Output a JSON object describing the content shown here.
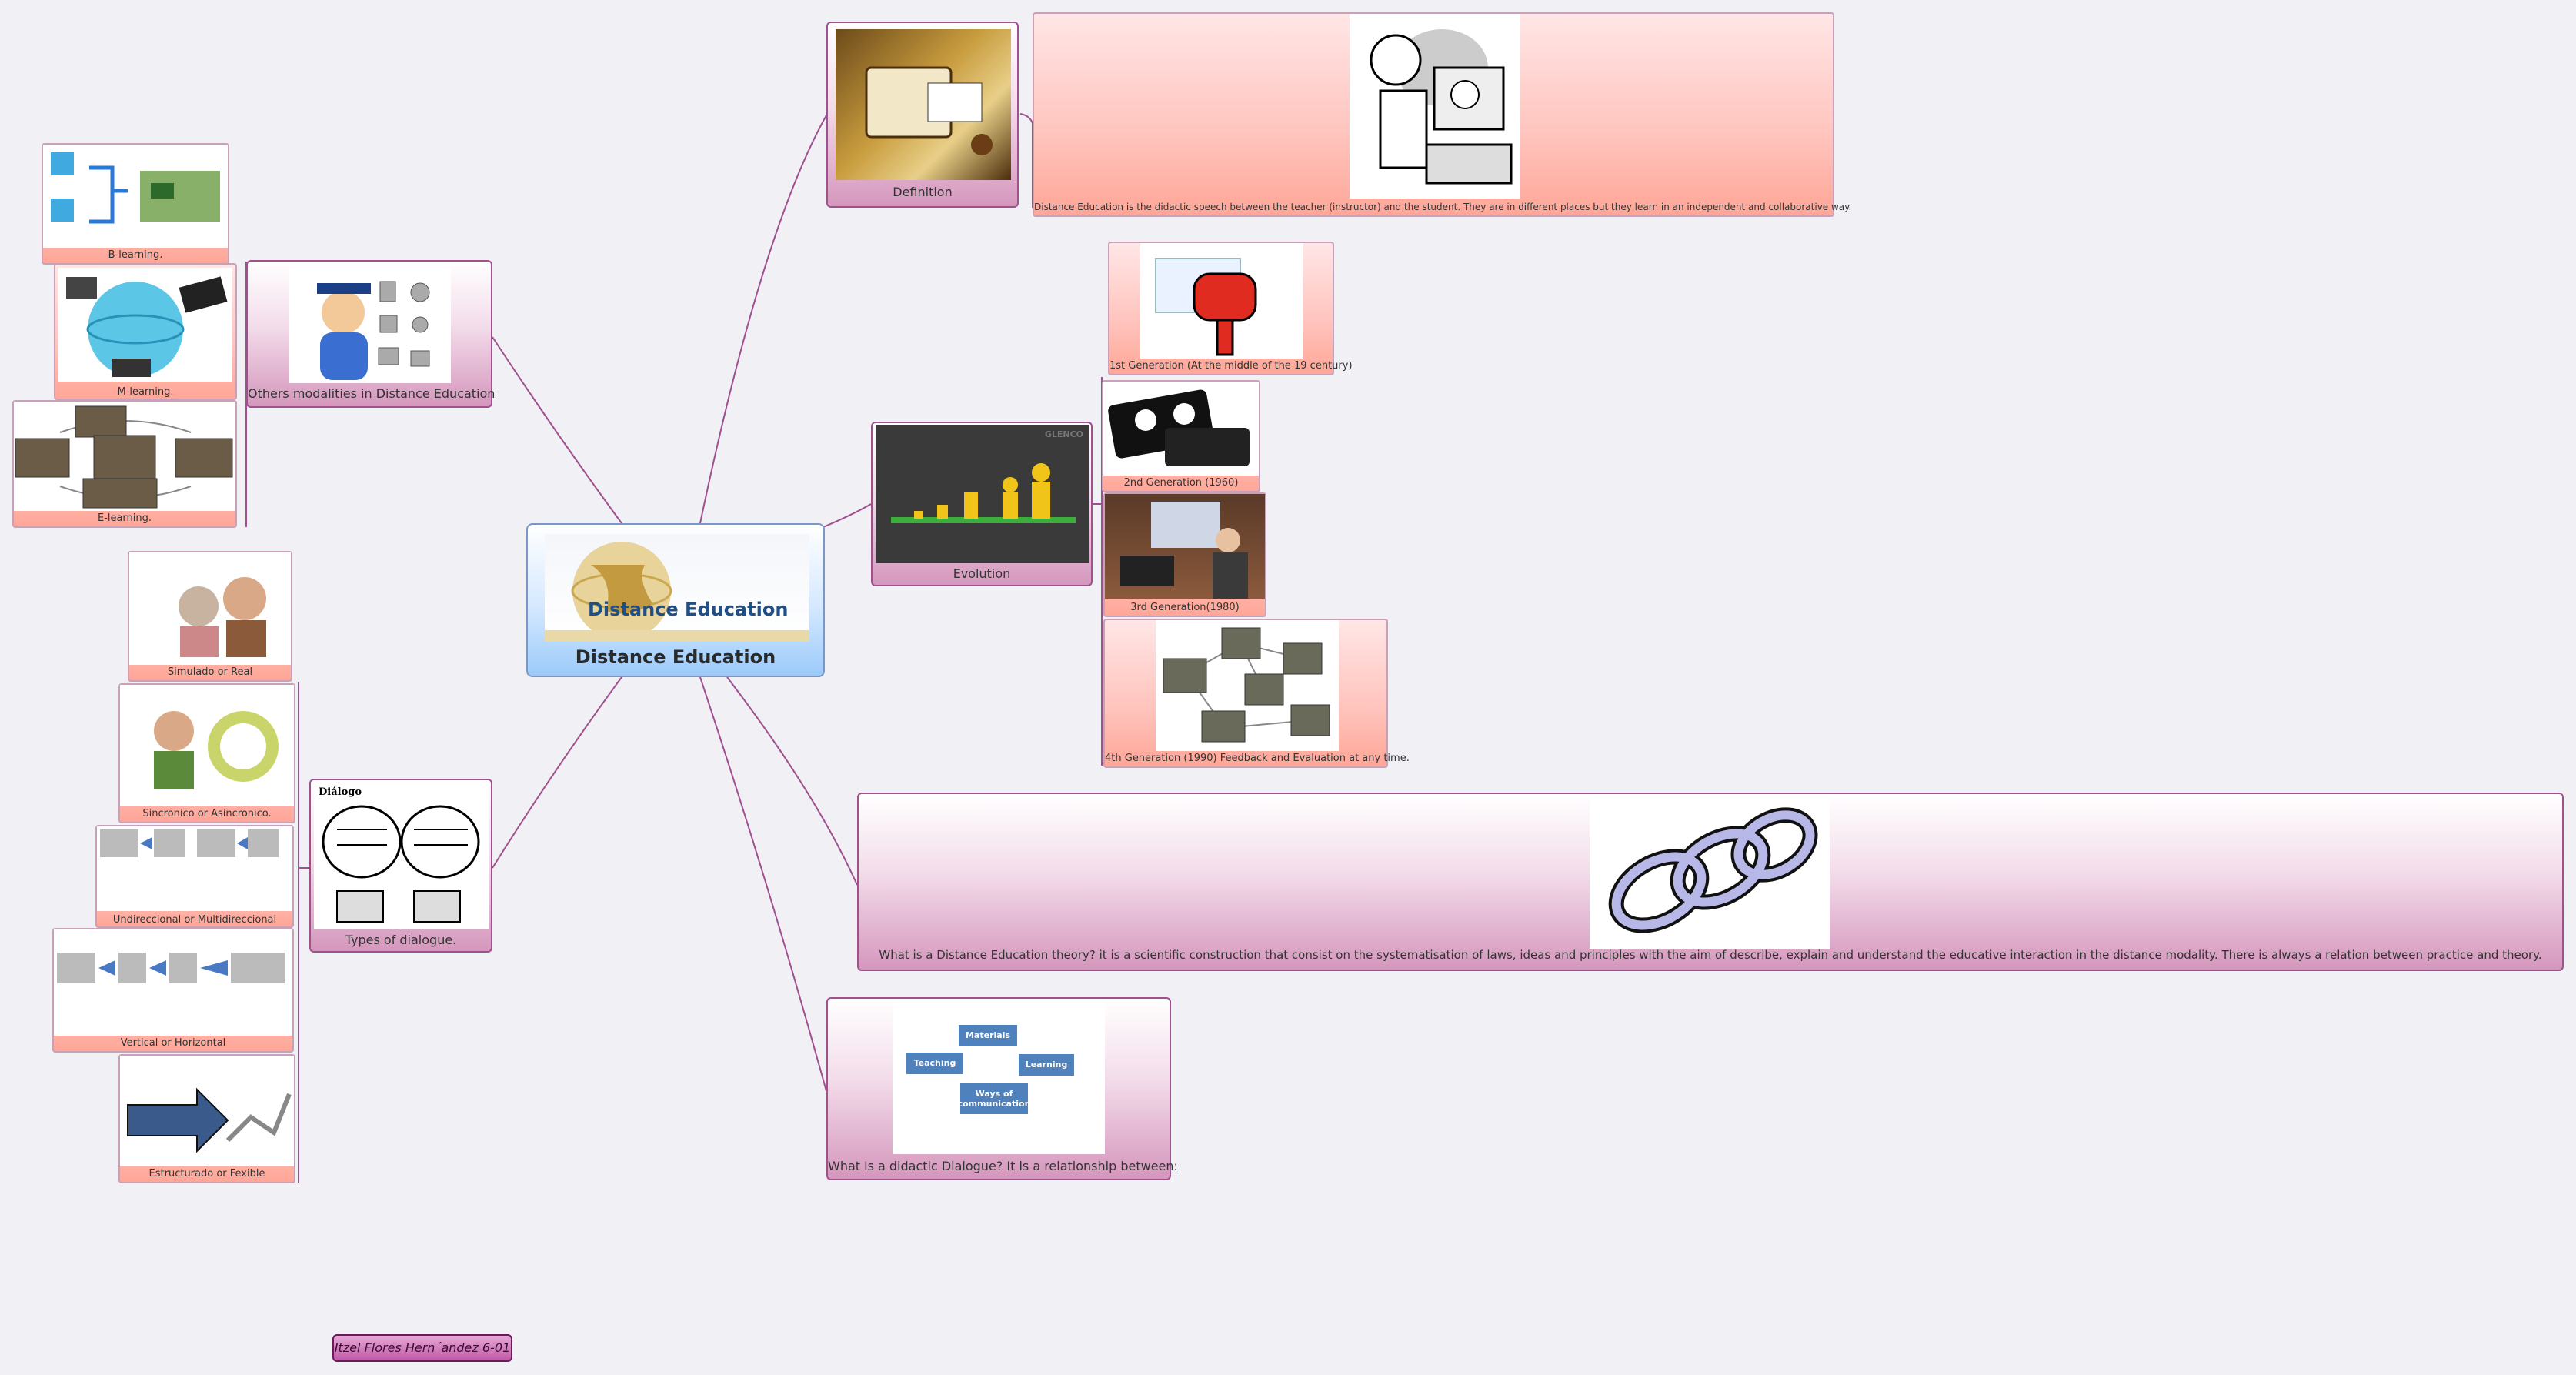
{
  "central": {
    "title": "Distance Education",
    "banner_text": "Distance Education"
  },
  "branches": {
    "definition": {
      "label": "Definition",
      "description": "Distance Education is the didactic speech between the teacher (instructor) and the student. They are in different places but they learn in an independent and collaborative way."
    },
    "evolution": {
      "label": "Evolution",
      "watermark": "GLENCO",
      "generations": [
        "1st Generation (At the middle of the 19 century)",
        "2nd Generation (1960)",
        "3rd Generation(1980)",
        "4th Generation (1990) Feedback and Evaluation at any time."
      ]
    },
    "theory": {
      "text": "What is a Distance Education theory? it is a scientific construction that consist on the systematisation of laws, ideas and  principles with the aim of describe, explain and understand the educative interaction in the distance modality.  There is always a relation between practice and theory."
    },
    "didactic_dialogue": {
      "label": "What is a didactic Dialogue? It is a relationship between:",
      "diagram_boxes": [
        "Materials",
        "Teaching",
        "Learning",
        "Ways of communication"
      ]
    },
    "modalities": {
      "label": "Others modalities in Distance Education",
      "items": [
        "B-learning.",
        "M-learning.",
        "E-learning."
      ]
    },
    "dialogue_types": {
      "label": "Types of dialogue.",
      "image_title": "Diálogo",
      "items": [
        "Simulado or Real",
        "Sincronico or Asincronico.",
        "Undireccional or Multidireccional",
        "Vertical or Horizontal",
        "Estructurado or Fexible"
      ]
    }
  },
  "author": "Itzel Flores Hern´andez   6-01",
  "colors": {
    "branch_line": "#a0508f",
    "branch_border": "#a0508f",
    "pink_bg": "#ffb3a8",
    "central_bg": "#b9dcff",
    "author_bg": "#d16db7"
  }
}
